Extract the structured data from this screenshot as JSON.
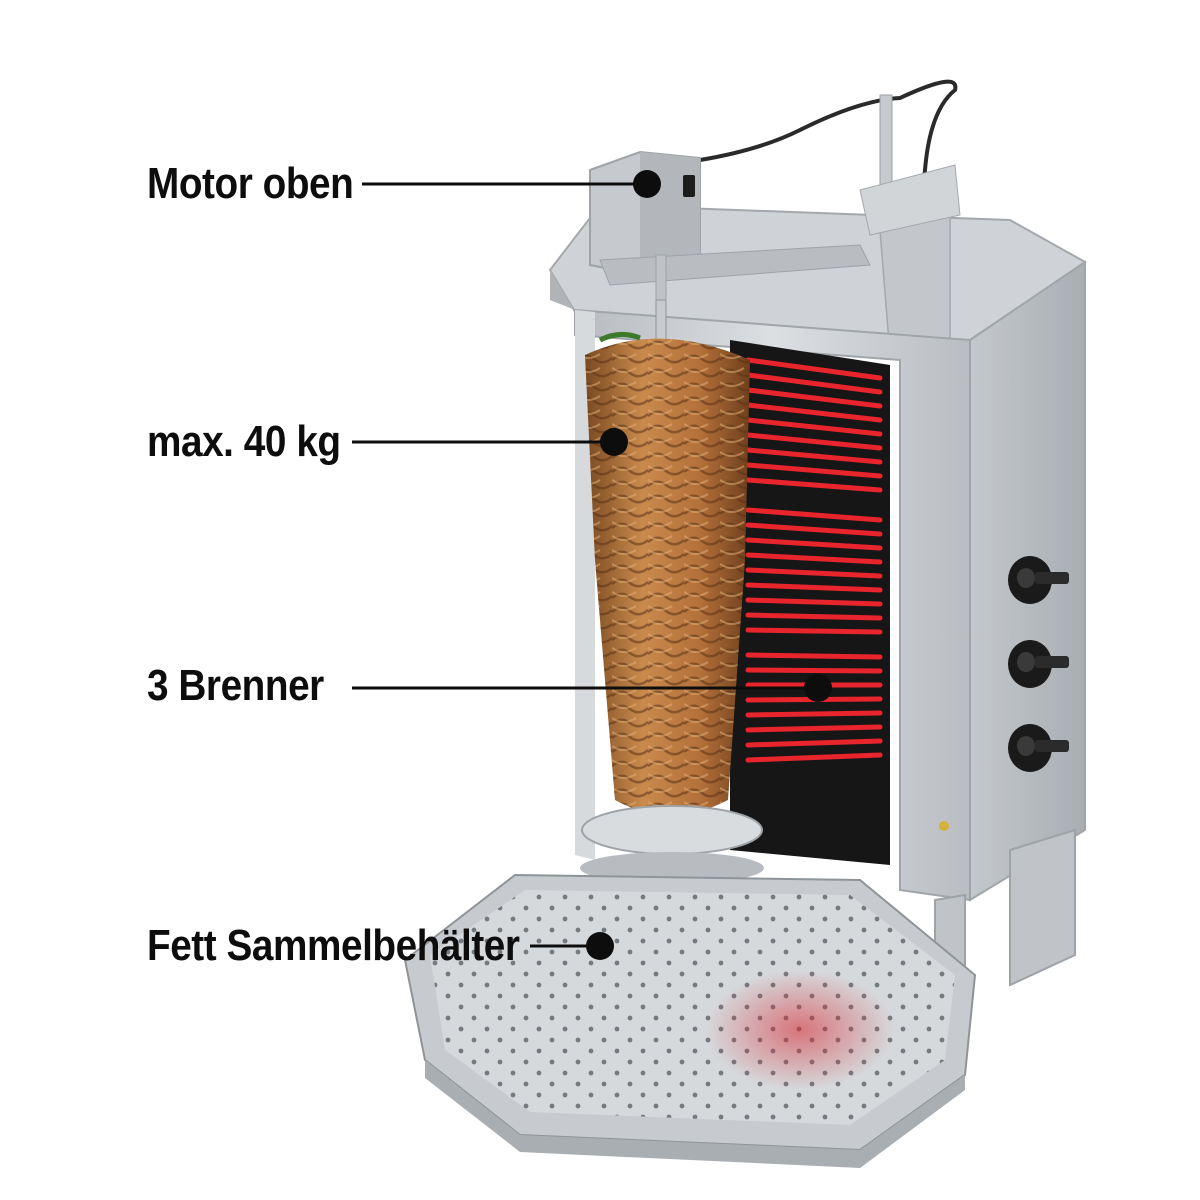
{
  "callouts": {
    "motor": "Motor oben",
    "capacity": "max. 40 kg",
    "burners": "3 Brenner",
    "drip_tray": "Fett Sammelbehälter"
  },
  "colors": {
    "steel": "#c9ccd0",
    "steel_dark": "#9ea3a8",
    "heater_glow": "#e8242c",
    "meat": "#b8743a",
    "knob": "#1a1a1a",
    "callout_line": "#0d0d0d"
  },
  "icons": [
    "callout-dot-icon",
    "control-knob-icon",
    "power-switch-icon"
  ]
}
